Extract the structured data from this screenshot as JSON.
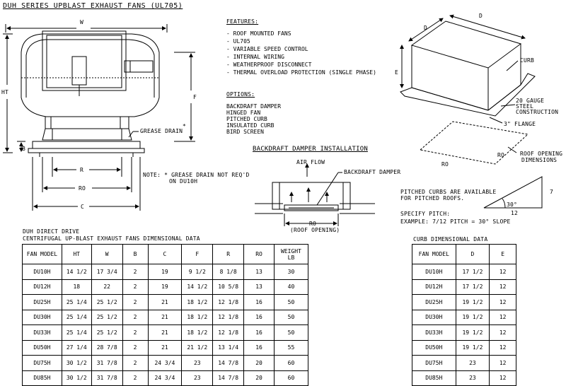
{
  "title": "DUH SERIES UPBLAST EXHAUST FANS (UL705)",
  "fan_drawing": {
    "label_w": "W",
    "label_ht": "HT",
    "label_f": "F",
    "label_b": "B",
    "label_r": "R",
    "label_ro": "RO",
    "label_c": "C",
    "grease_drain": "GREASE DRAIN",
    "asterisk": "*",
    "note_line1": "NOTE: * GREASE DRAIN NOT REQ'D",
    "note_line2": "ON DU10H"
  },
  "features": {
    "heading": "FEATURES:",
    "items": [
      "- ROOF MOUNTED FANS",
      "- UL705",
      "- VARIABLE SPEED CONTROL",
      "- INTERNAL WIRING",
      "- WEATHERPROOF DISCONNECT",
      "- THERMAL OVERLOAD PROTECTION (SINGLE PHASE)"
    ]
  },
  "options": {
    "heading": "OPTIONS:",
    "items": [
      "BACKDRAFT DAMPER",
      "HINGED FAN",
      "PITCHED CURB",
      "INSULATED CURB",
      "BIRD SCREEN"
    ]
  },
  "curb_drawing": {
    "label_d_top": "D",
    "label_d_left": "D",
    "label_e": "E",
    "curb": "CURB",
    "gauge_line1": "20 GAUGE",
    "gauge_line2": "STEEL",
    "gauge_line3": "CONSTRUCTION",
    "flange": "3\" FLANGE",
    "ro_right": "RO",
    "ro_bottom": "RO",
    "opening_line1": "ROOF OPENING",
    "opening_line2": "DIMENSIONS"
  },
  "damper": {
    "heading": "BACKDRAFT DAMPER INSTALLATION",
    "air_flow": "AIR FLOW",
    "damper_label": "BACKDRAFT DAMPER",
    "ro": "RO",
    "roof_opening": "(ROOF OPENING)"
  },
  "pitch": {
    "line1": "PITCHED CURBS ARE AVAILABLE",
    "line2": "FOR PITCHED ROOFS.",
    "line3": "SPECIFY PITCH:",
    "line4": "EXAMPLE: 7/12 PITCH = 30° SLOPE",
    "rise": "7",
    "run": "12",
    "angle": "30°"
  },
  "fan_table": {
    "caption1": "DUH DIRECT DRIVE",
    "caption2": "CENTRIFUGAL UP-BLAST EXHAUST FANS DIMENSIONAL DATA",
    "headers": [
      "FAN MODEL",
      "HT",
      "W",
      "B",
      "C",
      "F",
      "R",
      "RO",
      "WEIGHT LB"
    ],
    "rows": [
      [
        "DU10H",
        "14 1/2",
        "17 3/4",
        "2",
        "19",
        "9 1/2",
        "8 1/8",
        "13",
        "30"
      ],
      [
        "DU12H",
        "18",
        "22",
        "2",
        "19",
        "14 1/2",
        "10 5/8",
        "13",
        "40"
      ],
      [
        "DU25H",
        "25 1/4",
        "25 1/2",
        "2",
        "21",
        "18 1/2",
        "12 1/8",
        "16",
        "50"
      ],
      [
        "DU30H",
        "25 1/4",
        "25 1/2",
        "2",
        "21",
        "18 1/2",
        "12 1/8",
        "16",
        "50"
      ],
      [
        "DU33H",
        "25 1/4",
        "25 1/2",
        "2",
        "21",
        "18 1/2",
        "12 1/8",
        "16",
        "50"
      ],
      [
        "DU50H",
        "27 1/4",
        "28 7/8",
        "2",
        "21",
        "21 1/2",
        "13 1/4",
        "16",
        "55"
      ],
      [
        "DU75H",
        "30 1/2",
        "31 7/8",
        "2",
        "24 3/4",
        "23",
        "14 7/8",
        "20",
        "60"
      ],
      [
        "DU85H",
        "30 1/2",
        "31 7/8",
        "2",
        "24 3/4",
        "23",
        "14 7/8",
        "20",
        "60"
      ]
    ]
  },
  "curb_table": {
    "caption": "CURB DIMENSIONAL DATA",
    "headers": [
      "FAN MODEL",
      "D",
      "E"
    ],
    "rows": [
      [
        "DU10H",
        "17 1/2",
        "12"
      ],
      [
        "DU12H",
        "17 1/2",
        "12"
      ],
      [
        "DU25H",
        "19 1/2",
        "12"
      ],
      [
        "DU30H",
        "19 1/2",
        "12"
      ],
      [
        "DU33H",
        "19 1/2",
        "12"
      ],
      [
        "DU50H",
        "19 1/2",
        "12"
      ],
      [
        "DU75H",
        "23",
        "12"
      ],
      [
        "DU85H",
        "23",
        "12"
      ]
    ]
  }
}
